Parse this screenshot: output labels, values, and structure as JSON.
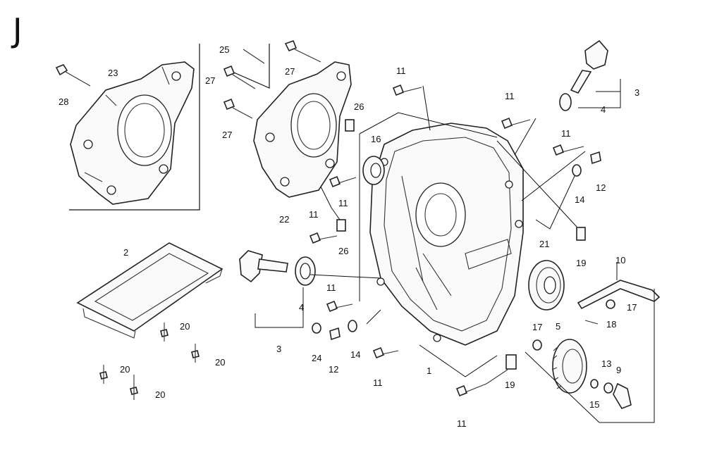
{
  "diagram": {
    "section_letter": "J",
    "callouts": [
      "28",
      "23",
      "25",
      "27",
      "27",
      "27",
      "22",
      "26",
      "11",
      "26",
      "11",
      "16",
      "11",
      "11",
      "11",
      "12",
      "14",
      "3",
      "4",
      "19",
      "2",
      "3",
      "4",
      "11",
      "21",
      "10",
      "17",
      "18",
      "24",
      "12",
      "14",
      "11",
      "1",
      "19",
      "17",
      "5",
      "13",
      "9",
      "15",
      "11",
      "20",
      "20",
      "20",
      "20"
    ]
  }
}
